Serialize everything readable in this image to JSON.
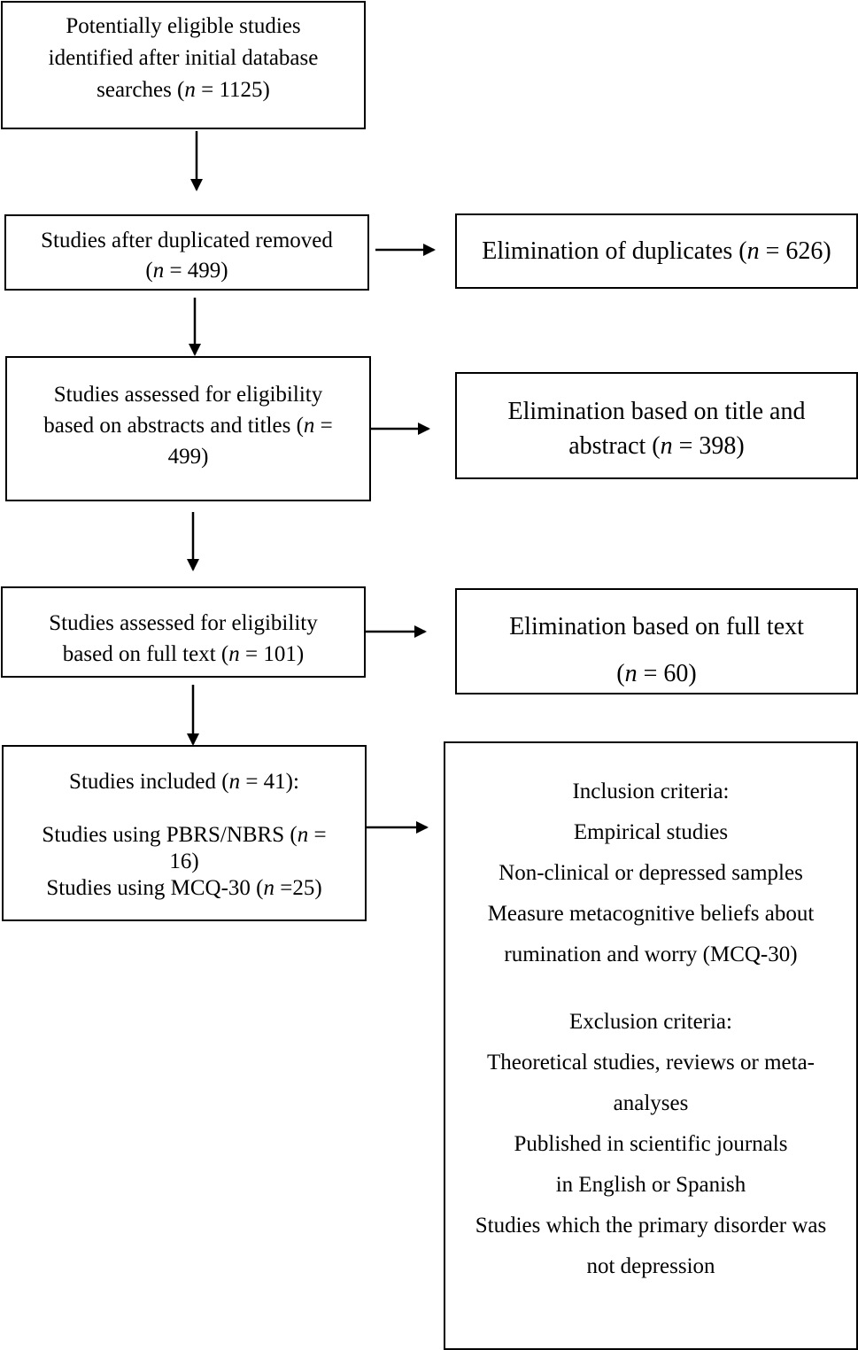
{
  "flow": {
    "identified": {
      "line1": "Potentially eligible studies",
      "line2": "identified after initial database",
      "line3_pre": "searches (",
      "n_symbol": "n",
      "line3_post": " = 1125)"
    },
    "after_duplicates": {
      "line1": "Studies after duplicated removed",
      "line2_pre": "(",
      "n_symbol": "n",
      "line2_post": " = 499)"
    },
    "abstracts_titles": {
      "line1": "Studies assessed for eligibility",
      "line2_pre": "based on abstracts and titles (",
      "n_symbol": "n",
      "line2_post": " =",
      "line3": "499)"
    },
    "full_text": {
      "line1": "Studies assessed for eligibility",
      "line2_pre": "based on full text (",
      "n_symbol": "n",
      "line2_post": " = 101)"
    },
    "included": {
      "line1_pre": "Studies included (",
      "n_symbol": "n",
      "line1_post": " = 41):",
      "pbrs_pre": "Studies using PBRS/NBRS (",
      "pbrs_n_symbol": "n",
      "pbrs_post": " =",
      "pbrs_line2": "16)",
      "mcq_pre": "Studies using MCQ-30 (",
      "mcq_n_symbol": "n",
      "mcq_post": " =25)"
    }
  },
  "exclusions": {
    "duplicates": {
      "text_pre": "Elimination of duplicates (",
      "n_symbol": "n",
      "text_post": " = 626)"
    },
    "title_abstract": {
      "line1": "Elimination based on title and",
      "line2_pre": "abstract (",
      "n_symbol": "n",
      "line2_post": " = 398)"
    },
    "full_text": {
      "line1": "Elimination based on full text",
      "line2_pre": "(",
      "n_symbol": "n",
      "line2_post": " = 60)"
    }
  },
  "criteria": {
    "inclusion_heading": "Inclusion criteria:",
    "inclusion_lines": [
      "Empirical studies",
      "Non-clinical or depressed samples",
      "Measure metacognitive beliefs about",
      "rumination and worry (MCQ-30)"
    ],
    "exclusion_heading": "Exclusion criteria:",
    "exclusion_lines": [
      "Theoretical studies, reviews or meta-",
      "analyses",
      "Published in scientific journals",
      "in English or Spanish",
      "Studies which the primary disorder was",
      "not depression"
    ]
  }
}
